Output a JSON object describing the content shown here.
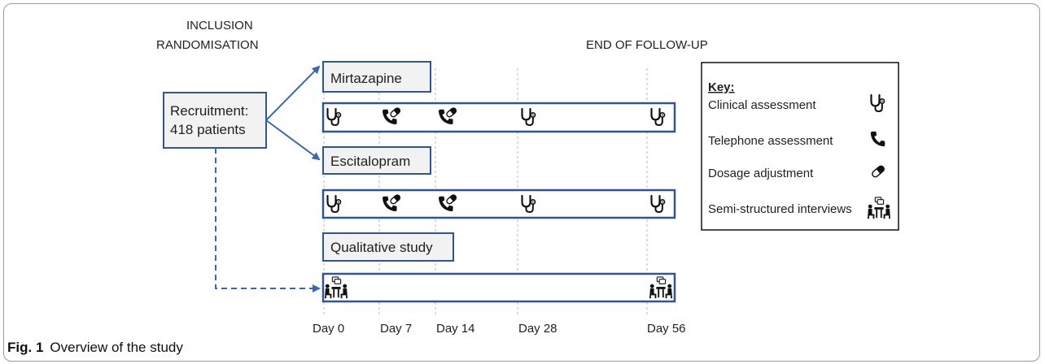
{
  "header": {
    "inclusion": "INCLUSION",
    "randomisation": "RANDOMISATION",
    "end_follow_up": "END OF FOLLOW-UP"
  },
  "recruitment": {
    "line1": "Recruitment:",
    "line2": "418 patients"
  },
  "arms": [
    {
      "label": "Mirtazapine"
    },
    {
      "label": "Escitalopram"
    },
    {
      "label": "Qualitative study"
    }
  ],
  "timeline": {
    "days": [
      "Day 0",
      "Day 7",
      "Day 14",
      "Day 28",
      "Day 56"
    ]
  },
  "rows": [
    {
      "icons": [
        "stethoscope-icon",
        "phone-pill-icon",
        "phone-pill-icon",
        "stethoscope-icon",
        "stethoscope-icon"
      ]
    },
    {
      "icons": [
        "stethoscope-icon",
        "phone-pill-icon",
        "phone-pill-icon",
        "stethoscope-icon",
        "stethoscope-icon"
      ]
    },
    {
      "icons": [
        "interview-icon",
        "",
        "",
        "",
        "interview-icon"
      ]
    }
  ],
  "key": {
    "title": "Key:",
    "items": [
      {
        "label": "Clinical assessment",
        "icon": "stethoscope-icon"
      },
      {
        "label": "Telephone assessment",
        "icon": "phone-icon"
      },
      {
        "label": "Dosage adjustment",
        "icon": "pill-icon"
      },
      {
        "label": "Semi-structured interviews",
        "icon": "interview-icon"
      }
    ]
  },
  "caption": {
    "label": "Fig. 1",
    "text": "Overview of the study"
  },
  "colors": {
    "box_border": "#2e5597",
    "arrow": "#3a68b0",
    "box_fill": "#f2f2f2",
    "grid": "#b8b8b8"
  }
}
